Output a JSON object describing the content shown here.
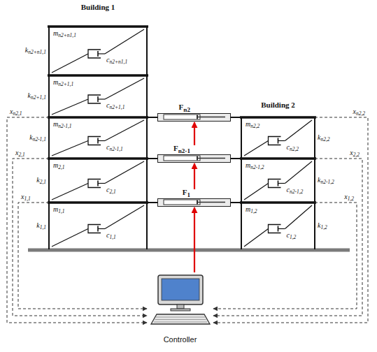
{
  "diagram": {
    "nodes": [
      {
        "text": [
          "Building 1"
        ]
      },
      {
        "text": [
          "Building 2"
        ]
      },
      {
        "text": [
          "F1"
        ]
      },
      {
        "text": [
          "Fn2-1"
        ]
      },
      {
        "text": [
          "Fn2"
        ]
      },
      {
        "text": [
          "Controller"
        ]
      }
    ],
    "edges": [
      {
        "from": 5,
        "to": 2,
        "arrow": "to"
      },
      {
        "from": 2,
        "to": 3,
        "arrow": "to"
      },
      {
        "from": 3,
        "to": 4,
        "arrow": "to"
      },
      {
        "from": 0,
        "to": 5,
        "arrow": "to",
        "label": "xn2,1"
      },
      {
        "from": 0,
        "to": 5,
        "arrow": "to",
        "label": "x2,1"
      },
      {
        "from": 0,
        "to": 5,
        "arrow": "to",
        "label": "x1,1"
      },
      {
        "from": 1,
        "to": 5,
        "arrow": "to",
        "label": "xn2,2"
      },
      {
        "from": 1,
        "to": 5,
        "arrow": "to",
        "label": "x2,2"
      },
      {
        "from": 1,
        "to": 5,
        "arrow": "to",
        "label": "x1,2"
      }
    ],
    "labels": [
      "mn2+n1,1",
      "kn2+n1,1",
      "cn2+n1,1",
      "mn2+1,1",
      "kn2+1,1",
      "cn2+1,1",
      "mn2-1,1",
      "kn2-1,1",
      "cn2-1,1",
      "m2,1",
      "k2,1",
      "c2,1",
      "m1,1",
      "k1,1",
      "c1,1",
      "mn2,2",
      "kn2,2",
      "cn2,2",
      "mn2-1,2",
      "kn2-1,2",
      "cn2-1,2",
      "m1,2",
      "k1,2",
      "c1,2"
    ]
  }
}
